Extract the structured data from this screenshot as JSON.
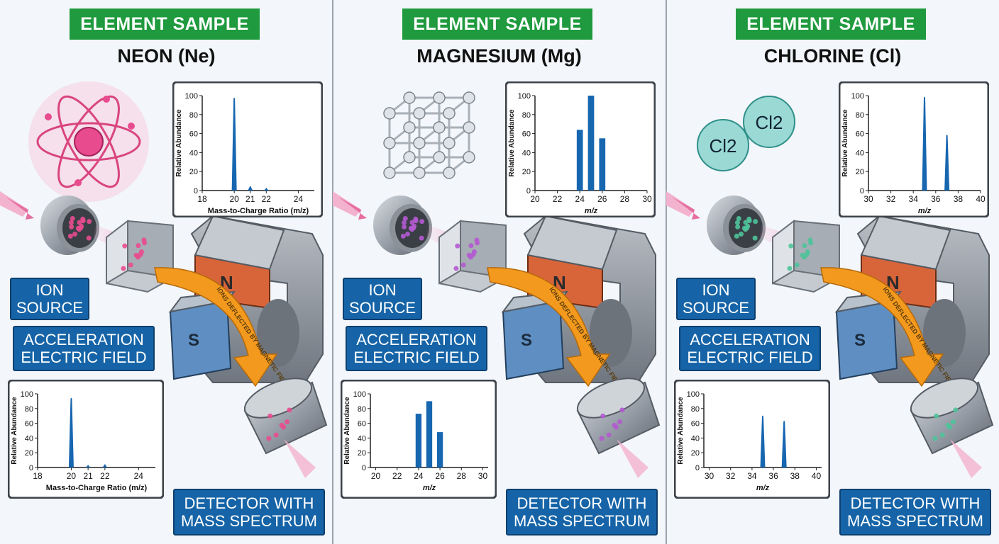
{
  "labels": {
    "banner": "ELEMENT SAMPLE",
    "ion_source": "ION\nSOURCE",
    "acceleration": "ACCELERATION\nELECTRIC FIELD",
    "detector": "DETECTOR WITH\nMASS SPECTRUM",
    "magnet_n": "N",
    "magnet_s": "S",
    "arrow_text": "IONS DEFLECTED BY MAGNETIC FIELD"
  },
  "colors": {
    "banner_green": "#1f9a3e",
    "label_blue": "#1664a7",
    "bar_blue": "#1766b0",
    "arrow_orange": "#f39a1e",
    "magnet_red": "#d8653a",
    "magnet_blue": "#5f8fc2"
  },
  "panels": [
    {
      "element": "NEON (Ne)",
      "sample_icon": "atom-icon",
      "particle_color": "#e94b8f",
      "molecule_label": ""
    },
    {
      "element": "MAGNESIUM (Mg)",
      "sample_icon": "crystal-lattice-icon",
      "particle_color": "#b45ad0",
      "molecule_label": ""
    },
    {
      "element": "CHLORINE (Cl)",
      "sample_icon": "cl2-molecule-icon",
      "particle_color": "#4fc39a",
      "molecule_label": "Cl2"
    }
  ],
  "chart_data": [
    {
      "panel": 0,
      "position": "top",
      "type": "bar",
      "style": "spike",
      "ylabel": "Relative Abundance",
      "xlabel": "Mass-to-Charge Ratio (m/z)",
      "xlim": [
        18,
        25
      ],
      "ylim": [
        0,
        100
      ],
      "xticks": [
        18,
        20,
        21,
        22,
        24
      ],
      "yticks": [
        0,
        20,
        40,
        60,
        80,
        100
      ],
      "x": [
        20,
        21,
        22
      ],
      "values": [
        99,
        6,
        4
      ]
    },
    {
      "panel": 0,
      "position": "bottom",
      "type": "bar",
      "style": "spike",
      "ylabel": "Relative Abundance",
      "xlabel": "Mass-to-Charge Ratio (m/z)",
      "xlim": [
        18,
        25
      ],
      "ylim": [
        0,
        100
      ],
      "xticks": [
        18,
        20,
        21,
        22,
        24
      ],
      "yticks": [
        0,
        20,
        40,
        60,
        80,
        100
      ],
      "x": [
        20,
        21,
        22
      ],
      "values": [
        96,
        5,
        6
      ]
    },
    {
      "panel": 1,
      "position": "top",
      "type": "bar",
      "style": "block",
      "ylabel": "Relative Abundance",
      "xlabel": "m/z",
      "xlim": [
        20,
        30
      ],
      "ylim": [
        0,
        100
      ],
      "xticks": [
        20,
        22,
        24,
        26,
        28,
        30
      ],
      "yticks": [
        0,
        20,
        40,
        60,
        80,
        100
      ],
      "x": [
        24,
        25,
        26
      ],
      "values": [
        64,
        100,
        55
      ]
    },
    {
      "panel": 1,
      "position": "bottom",
      "type": "bar",
      "style": "block",
      "ylabel": "Relative Abundance",
      "xlabel": "m/z",
      "xlim": [
        19.5,
        30.5
      ],
      "ylim": [
        0,
        100
      ],
      "xticks": [
        20,
        22,
        24,
        26,
        28,
        30
      ],
      "yticks": [
        0,
        20,
        40,
        60,
        80,
        100
      ],
      "x": [
        24,
        25,
        26
      ],
      "values": [
        73,
        90,
        48
      ]
    },
    {
      "panel": 2,
      "position": "top",
      "type": "bar",
      "style": "spike",
      "ylabel": "Relative Abundance",
      "xlabel": "m/z",
      "xlim": [
        30,
        40
      ],
      "ylim": [
        0,
        100
      ],
      "xticks": [
        30,
        32,
        34,
        36,
        38,
        40
      ],
      "yticks": [
        0,
        20,
        40,
        60,
        80,
        100
      ],
      "x": [
        35,
        37
      ],
      "values": [
        100,
        60
      ]
    },
    {
      "panel": 2,
      "position": "bottom",
      "type": "bar",
      "style": "spike",
      "ylabel": "Relative Abundance",
      "xlabel": "m/z",
      "xlim": [
        29.5,
        40.5
      ],
      "ylim": [
        0,
        100
      ],
      "xticks": [
        30,
        32,
        34,
        36,
        38,
        40
      ],
      "yticks": [
        0,
        20,
        40,
        60,
        80,
        100
      ],
      "x": [
        35,
        37
      ],
      "values": [
        72,
        65
      ]
    }
  ]
}
